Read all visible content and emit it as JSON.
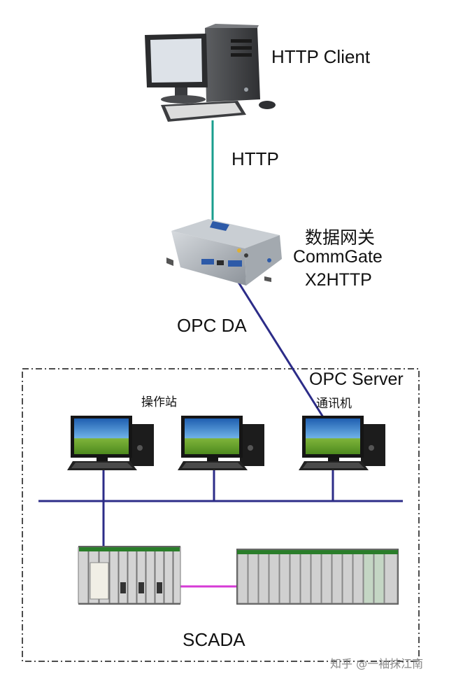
{
  "labels": {
    "http_client": "HTTP Client",
    "http": "HTTP",
    "gateway_line1": "数据网关",
    "gateway_line2": "CommGate",
    "gateway_line3": "X2HTTP",
    "opc_da": "OPC DA",
    "opc_server": "OPC Server",
    "operator_station": "操作站",
    "comm_machine": "通讯机",
    "scada": "SCADA"
  },
  "watermark": "知乎 @一袖抹江南",
  "colors": {
    "http_link": "#1a9e8e",
    "opc_link": "#2c2c88",
    "network_bus": "#2c2c88",
    "plc_link": "#d63ad6",
    "boundary": "#111111"
  }
}
